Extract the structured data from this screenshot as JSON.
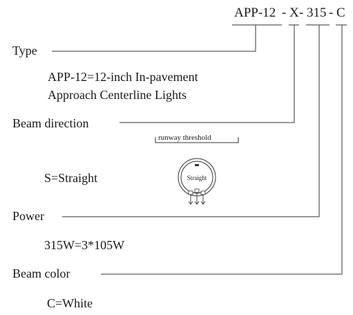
{
  "code": {
    "parts": [
      "APP-12",
      "X",
      "315",
      "C"
    ],
    "separators": [
      "-",
      "-",
      "-"
    ]
  },
  "sections": {
    "type": {
      "label": "Type",
      "desc_line1": "APP-12=12-inch  In-pavement",
      "desc_line2": "Approach Centerline Lights"
    },
    "beam_direction": {
      "label": "Beam direction",
      "threshold_label": "runway threshold",
      "option": "S=Straight",
      "icon_label": "Straight"
    },
    "power": {
      "label": "Power",
      "desc": "315W=3*105W"
    },
    "beam_color": {
      "label": "Beam color",
      "desc": "C=White"
    }
  },
  "colors": {
    "ink": "#1a1a1a",
    "line": "#333333"
  }
}
